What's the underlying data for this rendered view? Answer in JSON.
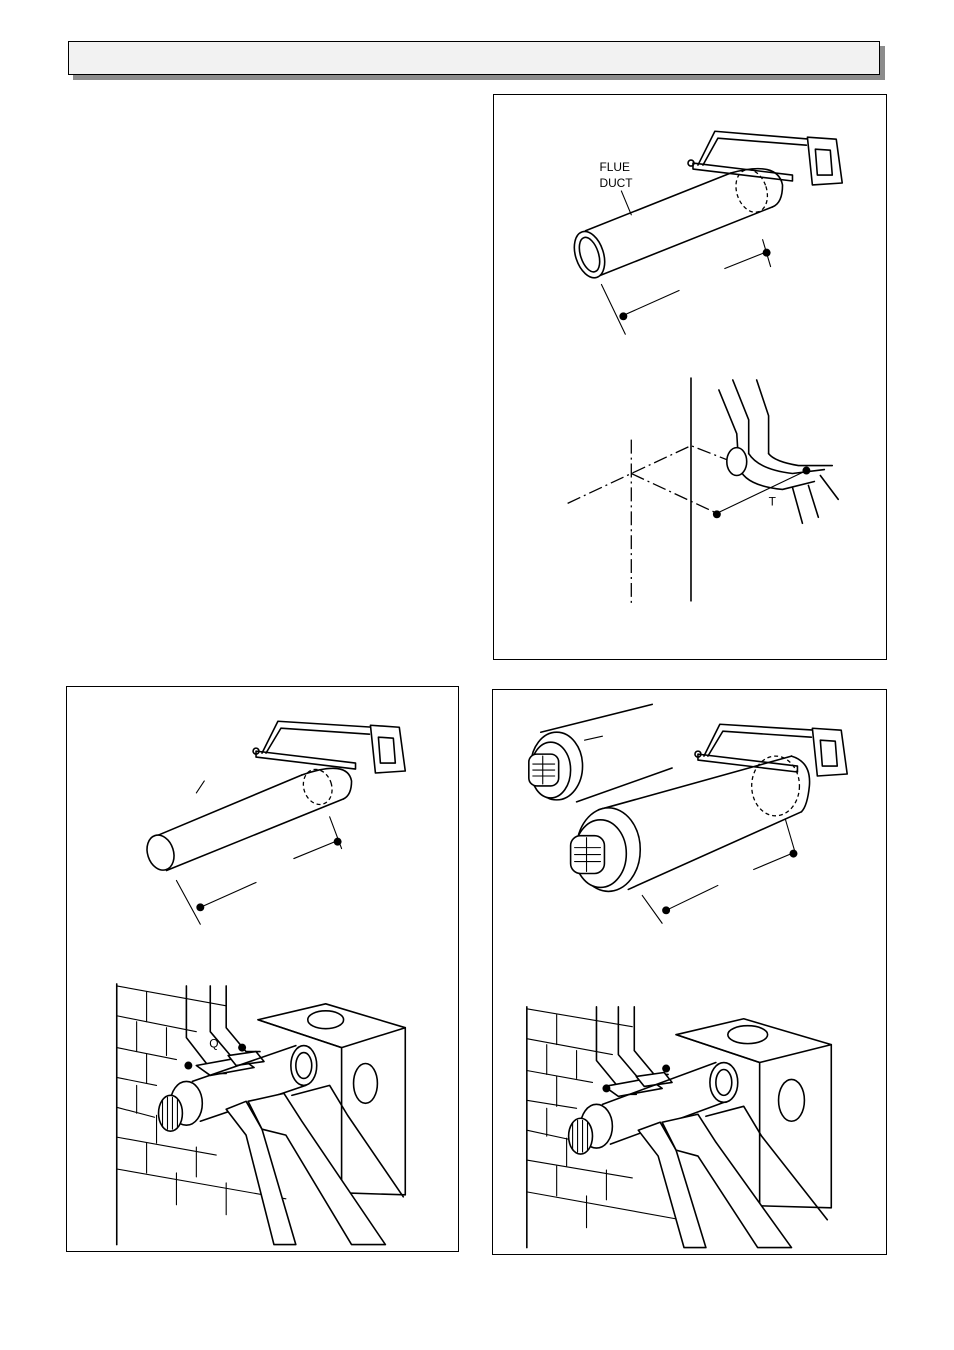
{
  "header": {
    "title": ""
  },
  "figure_top_right": {
    "label_flue": "FLUE",
    "label_duct": "DUCT",
    "label_t": "T"
  },
  "figure_bottom_left": {
    "label_q": "Q"
  },
  "figure_bottom_right": {}
}
